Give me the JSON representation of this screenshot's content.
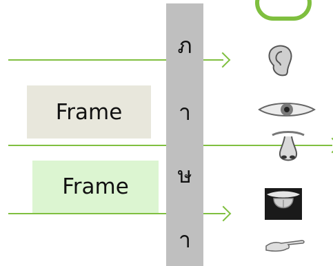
{
  "frames": [
    {
      "label": "Frame"
    },
    {
      "label": "Frame"
    }
  ],
  "column_chars": [
    "ภ",
    "า",
    "ษ",
    "า"
  ],
  "senses": [
    "ear-icon",
    "eye-icon",
    "nose-icon",
    "tongue-icon",
    "hand-icon"
  ],
  "colors": {
    "line": "#7fbf3f",
    "frame1_bg": "#e8e7dc",
    "frame2_bg": "#dcf5d1",
    "column": "#bfbfbf"
  }
}
